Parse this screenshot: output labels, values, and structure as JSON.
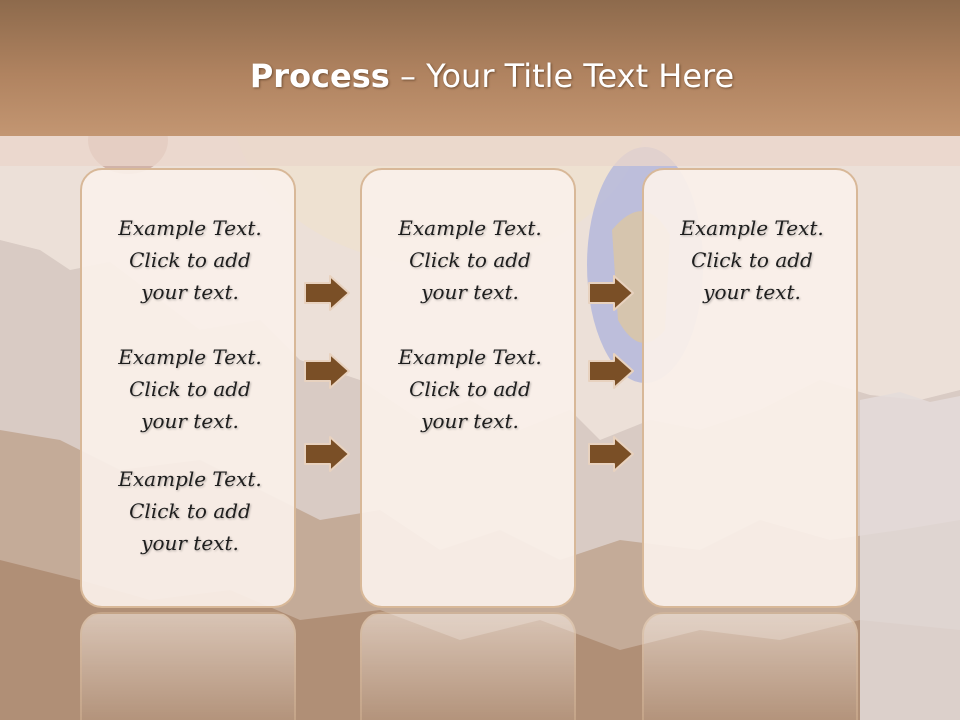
{
  "title": {
    "bold": "Process",
    "rest": " – Your Title Text Here"
  },
  "columns": [
    {
      "items": [
        {
          "l1": "Example Text.",
          "l2": "Click  to add",
          "l3": "your text."
        },
        {
          "l1": "Example Text.",
          "l2": "Click  to add",
          "l3": "your text."
        },
        {
          "l1": "Example Text.",
          "l2": "Click  to add",
          "l3": "your text."
        }
      ]
    },
    {
      "items": [
        {
          "l1": "Example Text.",
          "l2": "Click  to add",
          "l3": "your text."
        },
        {
          "l1": "Example Text.",
          "l2": "Click  to add",
          "l3": "your text."
        }
      ]
    },
    {
      "items": [
        {
          "l1": "Example Text.",
          "l2": "Click  to add",
          "l3": "your text."
        }
      ]
    }
  ],
  "colors": {
    "title_bar": "#b08360",
    "panel_border": "#d8b898",
    "arrow_fill": "#7a4f26",
    "arrow_stroke": "#e8d2bf"
  },
  "icons": {
    "arrow": "right-arrow-icon"
  }
}
